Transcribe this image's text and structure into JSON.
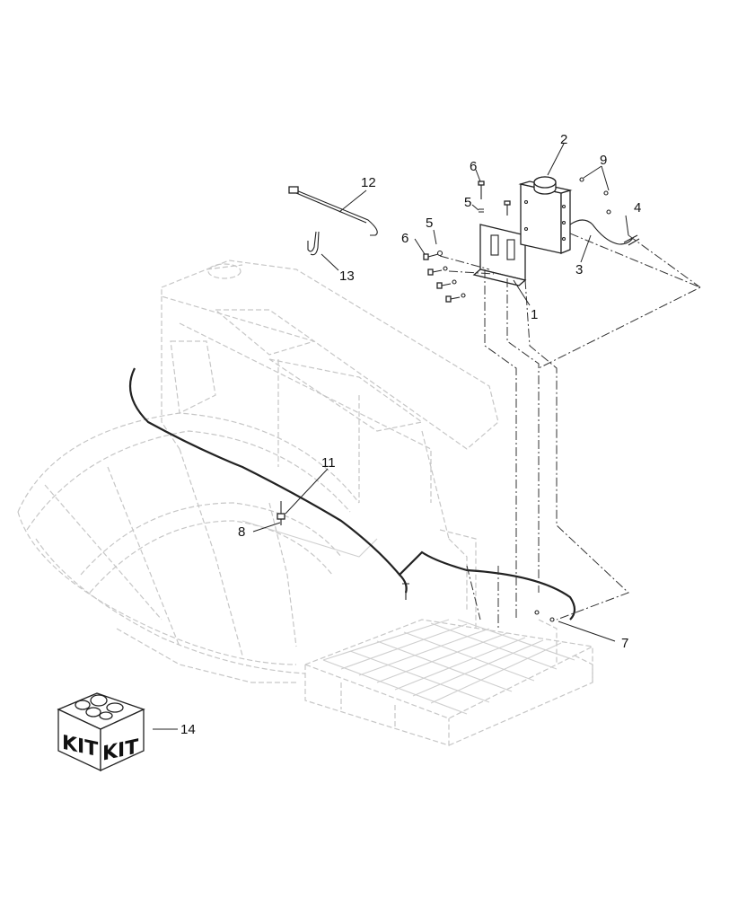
{
  "callouts": [
    {
      "id": "c1",
      "text": "1"
    },
    {
      "id": "c2",
      "text": "2"
    },
    {
      "id": "c3",
      "text": "3"
    },
    {
      "id": "c4",
      "text": "4"
    },
    {
      "id": "c5a",
      "text": "5"
    },
    {
      "id": "c5b",
      "text": "5"
    },
    {
      "id": "c6a",
      "text": "6"
    },
    {
      "id": "c6b",
      "text": "6"
    },
    {
      "id": "c7",
      "text": "7"
    },
    {
      "id": "c8",
      "text": "8"
    },
    {
      "id": "c9",
      "text": "9"
    },
    {
      "id": "c11",
      "text": "11"
    },
    {
      "id": "c12",
      "text": "12"
    },
    {
      "id": "c13",
      "text": "13"
    },
    {
      "id": "c14",
      "text": "14"
    }
  ],
  "kit_box": {
    "label_left": "KIT",
    "label_right": "KIT"
  }
}
